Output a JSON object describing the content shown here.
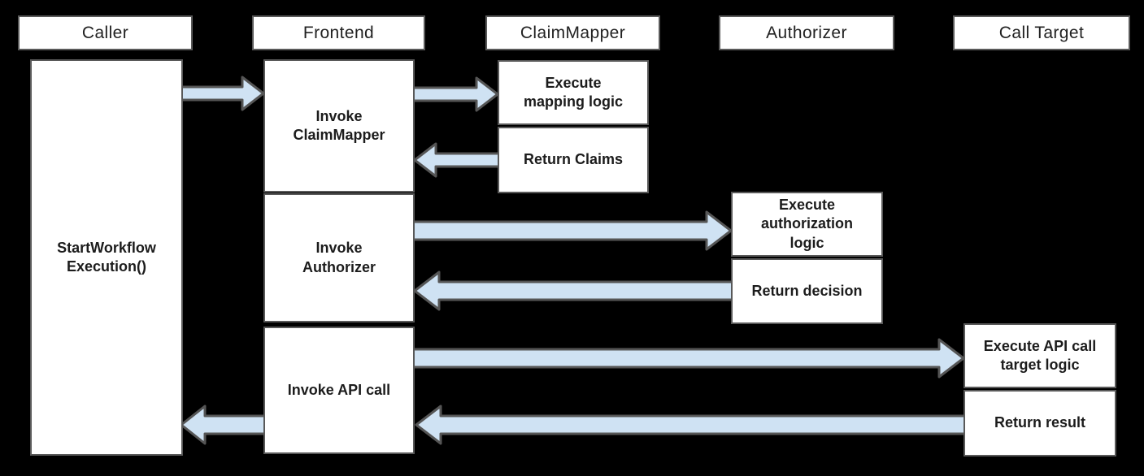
{
  "colors": {
    "background": "#000000",
    "box_fill": "#ffffff",
    "box_border": "#595959",
    "text": "#1c1c1c",
    "arrow_fill": "#cfe2f3",
    "arrow_stroke": "#555555"
  },
  "lanes": [
    {
      "label": "Caller"
    },
    {
      "label": "Frontend"
    },
    {
      "label": "ClaimMapper"
    },
    {
      "label": "Authorizer"
    },
    {
      "label": "Call Target"
    }
  ],
  "caller": {
    "activity": "StartWorkflow\nExecution()"
  },
  "frontend": {
    "steps": [
      {
        "label": "Invoke\nClaimMapper"
      },
      {
        "label": "Invoke\nAuthorizer"
      },
      {
        "label": "Invoke API call"
      }
    ]
  },
  "claim_mapper": {
    "steps": [
      {
        "label": "Execute\nmapping logic"
      },
      {
        "label": "Return Claims"
      }
    ]
  },
  "authorizer": {
    "steps": [
      {
        "label": "Execute\nauthorization\nlogic"
      },
      {
        "label": "Return decision"
      }
    ]
  },
  "call_target": {
    "steps": [
      {
        "label": "Execute API call\ntarget logic"
      },
      {
        "label": "Return result"
      }
    ]
  },
  "arrows": [
    {
      "from": "Caller",
      "to": "Frontend",
      "direction": "right"
    },
    {
      "from": "Frontend",
      "to": "ClaimMapper",
      "direction": "right"
    },
    {
      "from": "ClaimMapper",
      "to": "Frontend",
      "direction": "left"
    },
    {
      "from": "Frontend",
      "to": "Authorizer",
      "direction": "right"
    },
    {
      "from": "Authorizer",
      "to": "Frontend",
      "direction": "left"
    },
    {
      "from": "Frontend",
      "to": "Call Target",
      "direction": "right"
    },
    {
      "from": "Call Target",
      "to": "Frontend",
      "direction": "left"
    },
    {
      "from": "Frontend",
      "to": "Caller",
      "direction": "left"
    }
  ]
}
